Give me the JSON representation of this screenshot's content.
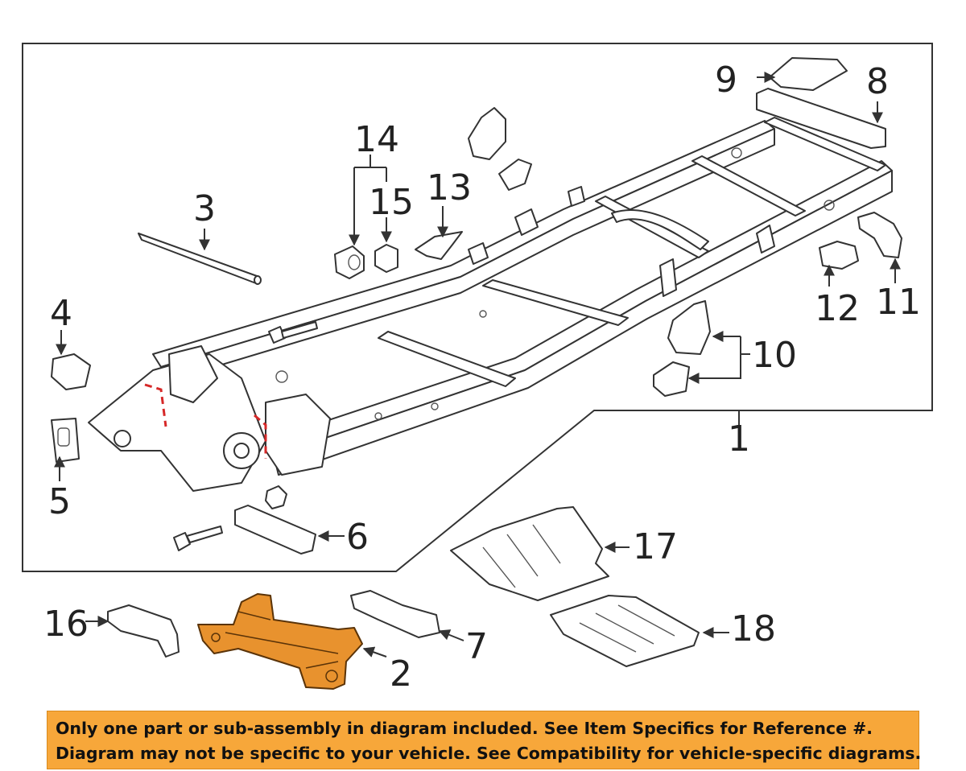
{
  "colors": {
    "highlight": "#f7a73a",
    "highlight_part": "#e8922e",
    "line": "#333333",
    "accent_dash": "#d62828"
  },
  "callouts": {
    "c1": "1",
    "c2": "2",
    "c3": "3",
    "c4": "4",
    "c5": "5",
    "c6": "6",
    "c7": "7",
    "c8": "8",
    "c9": "9",
    "c10": "10",
    "c11": "11",
    "c12": "12",
    "c13": "13",
    "c14": "14",
    "c15": "15",
    "c16": "16",
    "c17": "17",
    "c18": "18"
  },
  "highlighted_part": "2",
  "notice": {
    "line1": "Only one part or sub-assembly in diagram included. See Item Specifics for Reference #.",
    "line2": "Diagram may not be specific to your vehicle. See Compatibility for vehicle-specific diagrams."
  }
}
